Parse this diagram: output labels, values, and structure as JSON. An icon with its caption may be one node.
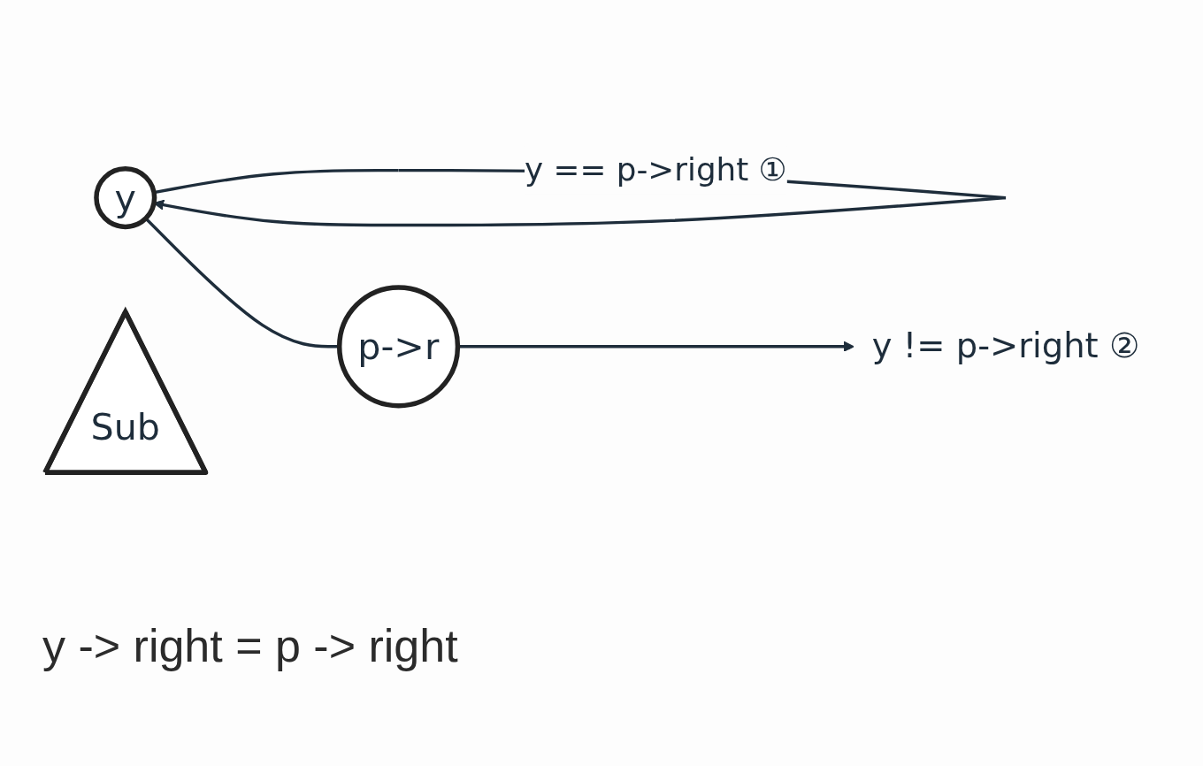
{
  "diagram": {
    "nodes": [
      {
        "text": [
          "y"
        ]
      },
      {
        "text": [
          "Sub"
        ]
      },
      {
        "text": [
          "p->r"
        ]
      },
      {
        "text": [
          "y != p->right ②"
        ]
      }
    ],
    "edges": [
      {
        "from": 0,
        "to": 0,
        "arrow": "to",
        "label": "y == p->right ①"
      },
      {
        "from": 0,
        "to": 2,
        "arrow": "none"
      },
      {
        "from": 2,
        "to": 3,
        "arrow": "to"
      }
    ],
    "labels": [
      "y -> right = p -> right"
    ]
  }
}
